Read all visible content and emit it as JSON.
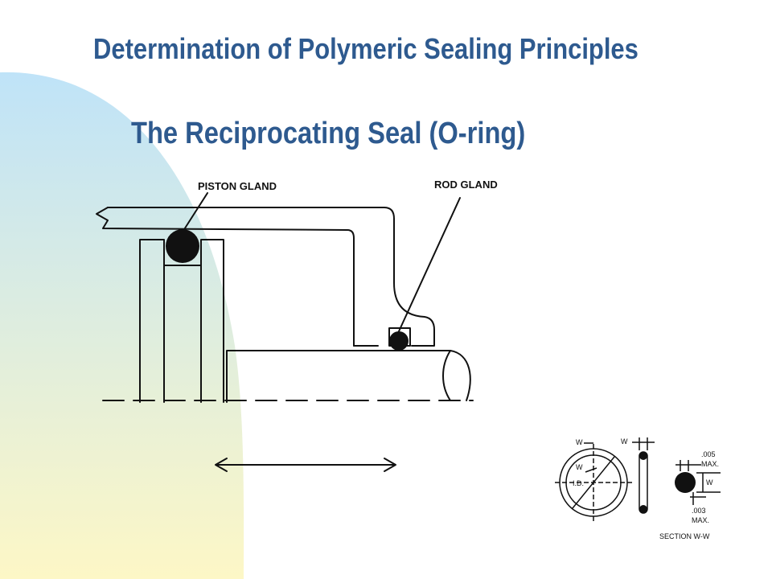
{
  "slide": {
    "title": "Determination of Polymeric Sealing Principles",
    "subtitle": "The Reciprocating Seal (O-ring)",
    "background_gradient": [
      "#bfe3f8",
      "#fdf7c6"
    ]
  },
  "diagram": {
    "labels": {
      "piston_gland": "PISTON GLAND",
      "rod_gland": "ROD GLAND"
    },
    "detail": {
      "w_left": "W",
      "w_top": "W",
      "w_inner": "W",
      "id": "I.D.",
      "dim_005": ".005",
      "max_1": "MAX.",
      "w_right": "W",
      "dim_003": ".003",
      "max_2": "MAX.",
      "section": "SECTION W-W"
    }
  }
}
